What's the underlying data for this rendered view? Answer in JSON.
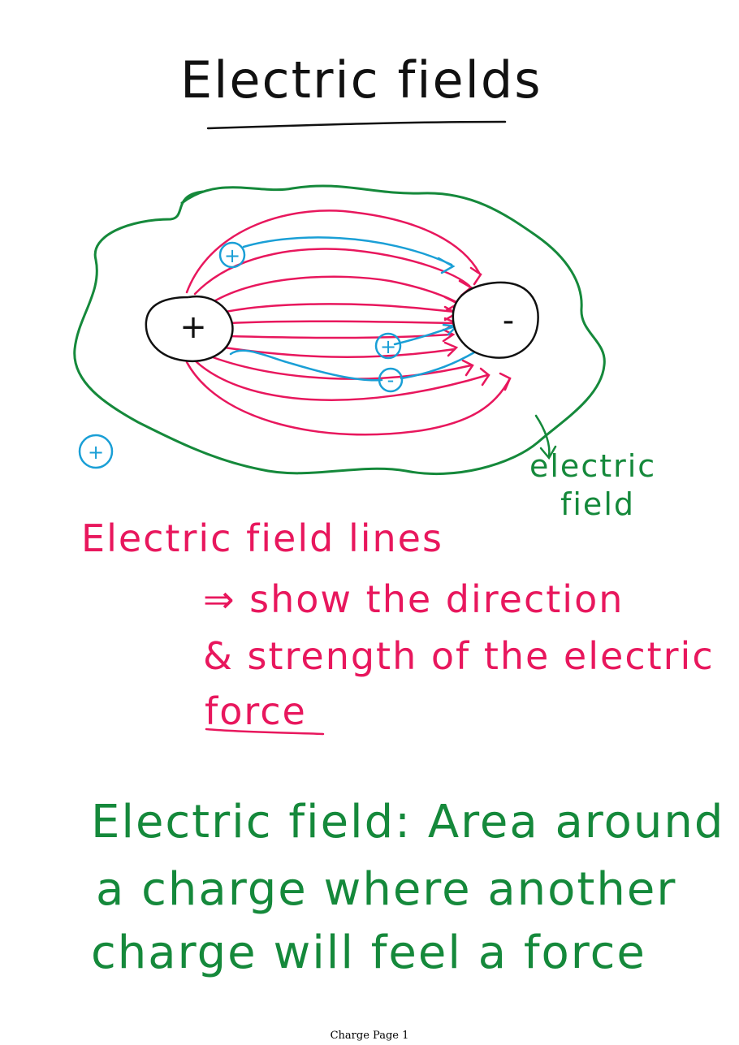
{
  "title": "Electric fields",
  "diagram": {
    "positive_charge_label": "+",
    "negative_charge_label": "-",
    "small_charge_labels": [
      "+",
      "+",
      "-",
      "+"
    ],
    "field_annotation": [
      "electric",
      "field"
    ]
  },
  "field_lines_note": {
    "lines": [
      "Electric field lines",
      "⇒ show the direction",
      "& strength of the electric",
      "force"
    ]
  },
  "definition": {
    "lines": [
      "Electric field: Area around",
      "a charge where another",
      "charge will feel a force"
    ]
  },
  "footer": "Charge Page 1",
  "colors": {
    "ink": "#111111",
    "field_lines": "#e8175d",
    "test_charges": "#1a9fd6",
    "field_boundary": "#15893b"
  }
}
